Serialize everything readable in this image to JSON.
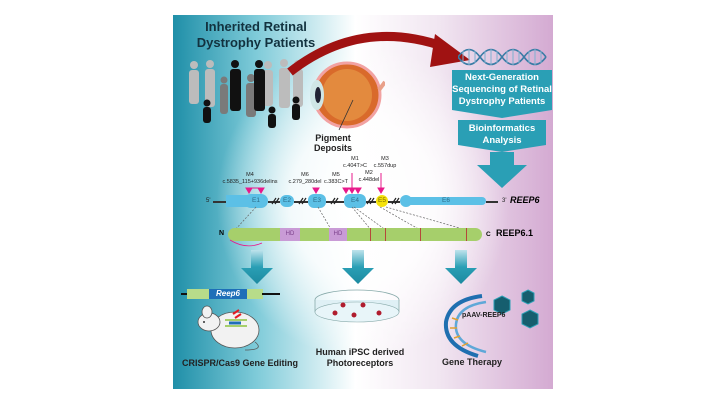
{
  "patients": {
    "title_line1": "Inherited Retinal",
    "title_line2": "Dystrophy Patients"
  },
  "eye": {
    "label": "Pigment Deposits"
  },
  "pipeline": {
    "ngs_line1": "Next-Generation",
    "ngs_line2": "Sequencing of Retinal",
    "ngs_line3": "Dystrophy Patients",
    "bio_line1": "Bioinformatics",
    "bio_line2": "Analysis"
  },
  "gene": {
    "five_prime": "5'",
    "three_prime": "3'",
    "name": "REEP6",
    "exons": [
      "E1",
      "E2",
      "E3",
      "E4",
      "E5",
      "E6"
    ],
    "mutations": [
      {
        "id": "M4",
        "change": "c.5835_115+936delins"
      },
      {
        "id": "M6",
        "change": "c.279_280del"
      },
      {
        "id": "M5",
        "change": "c.383C>T"
      },
      {
        "id": "M1",
        "change": "c.404T>C"
      },
      {
        "id": "M2",
        "change": "c.448del"
      },
      {
        "id": "M3",
        "change": "c.557dup"
      }
    ]
  },
  "protein": {
    "n_term": "N",
    "c_term": "C",
    "name": "REEP6.1",
    "domains": [
      "HD",
      "HD"
    ]
  },
  "outcomes": {
    "crispr": {
      "gene_label": "Reep6",
      "label": "CRISPR/Cas9 Gene Editing"
    },
    "ipsc": {
      "label_line1": "Human iPSC derived",
      "label_line2": "Photoreceptors"
    },
    "therapy": {
      "vector": "pAAV-REEP6",
      "label": "Gene Therapy"
    }
  },
  "colors": {
    "teal": "#2a9fb5",
    "exon_blue": "#5cc0e6",
    "exon_yellow": "#f4e10b",
    "protein_green": "#a6cf6b",
    "domain_purple": "#c99bd6",
    "mutation_pink": "#e8198b",
    "arrow_red": "#a01212"
  }
}
